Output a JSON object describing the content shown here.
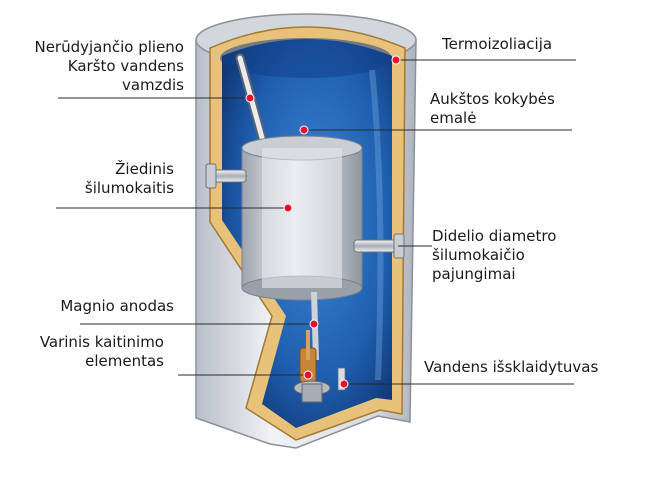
{
  "labels": {
    "steel_pipe": "Nerūdyjančio plieno\nKaršto vandens\nvamzdis",
    "ring_exchanger": "Žiedinis\nšilumokaitis",
    "magnesium_anode": "Magnio anodas",
    "copper_element": "Varinis kaitinimo\nelementas",
    "insulation": "Termoizoliacija",
    "enamel": "Aukštos kokybės\nemalė",
    "connections": "Didelio diametro\nšilumokaičio\npajungimai",
    "diffuser": "Vandens išsklaidytuvas"
  },
  "colors": {
    "shell": "#dfe3ea",
    "insulation": "#e8c27a",
    "water": "#1f5fb0",
    "callout": "#e8112d"
  }
}
